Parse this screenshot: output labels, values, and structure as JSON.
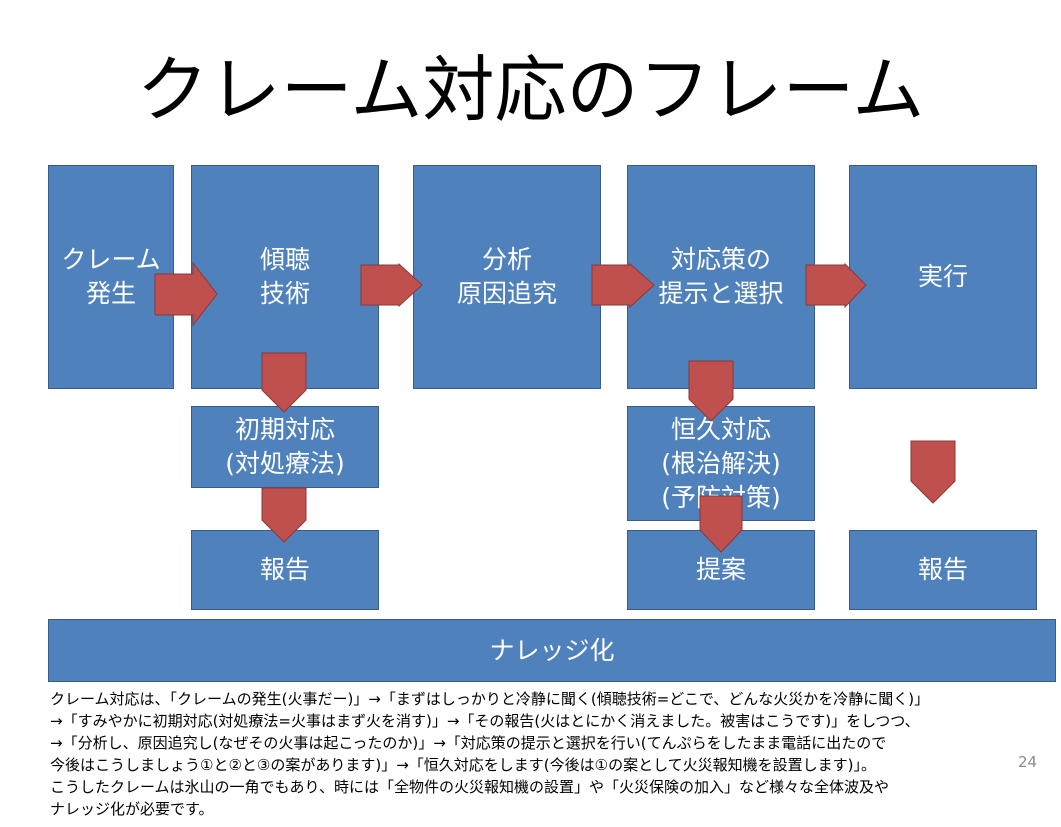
{
  "title": "クレーム対応のフレーム",
  "boxes": {
    "claim": [
      "クレーム",
      "発生"
    ],
    "listen": [
      "傾聴",
      "技術"
    ],
    "analysis": [
      "分析",
      "原因追究"
    ],
    "measure": [
      "対応策の",
      "提示と選択"
    ],
    "execute": [
      "実行"
    ],
    "initial": [
      "初期対応",
      "(対処療法)"
    ],
    "permanent": [
      "恒久対応",
      "(根治解決)",
      "(予防対策)"
    ],
    "report1": [
      "報告"
    ],
    "proposal": [
      "提案"
    ],
    "report2": [
      "報告"
    ],
    "knowledge": [
      "ナレッジ化"
    ]
  },
  "colors": {
    "box": "#4f81bd",
    "box_border": "#385d8a",
    "arrow": "#c0504d",
    "arrow_border": "#8c3836"
  },
  "caption": [
    "クレーム対応は、「クレームの発生(火事だー)」→「まずはしっかりと冷静に聞く(傾聴技術=どこで、どんな火災かを冷静に聞く)」",
    "→「すみやかに初期対応(対処療法=火事はまず火を消す)」→「その報告(火はとにかく消えました。被害はこうです)」をしつつ、",
    "→「分析し、原因追究し(なぜその火事は起こったのか)」→「対応策の提示と選択を行い(てんぷらをしたまま電話に出たので",
    "今後はこうしましょう①と②と③の案があります)」→「恒久対応をします(今後は①の案として火災報知機を設置します)」。",
    "こうしたクレームは氷山の一角でもあり、時には「全物件の火災報知機の設置」や「火災保険の加入」など様々な全体波及や",
    "ナレッジ化が必要です。"
  ],
  "page_number": "24"
}
